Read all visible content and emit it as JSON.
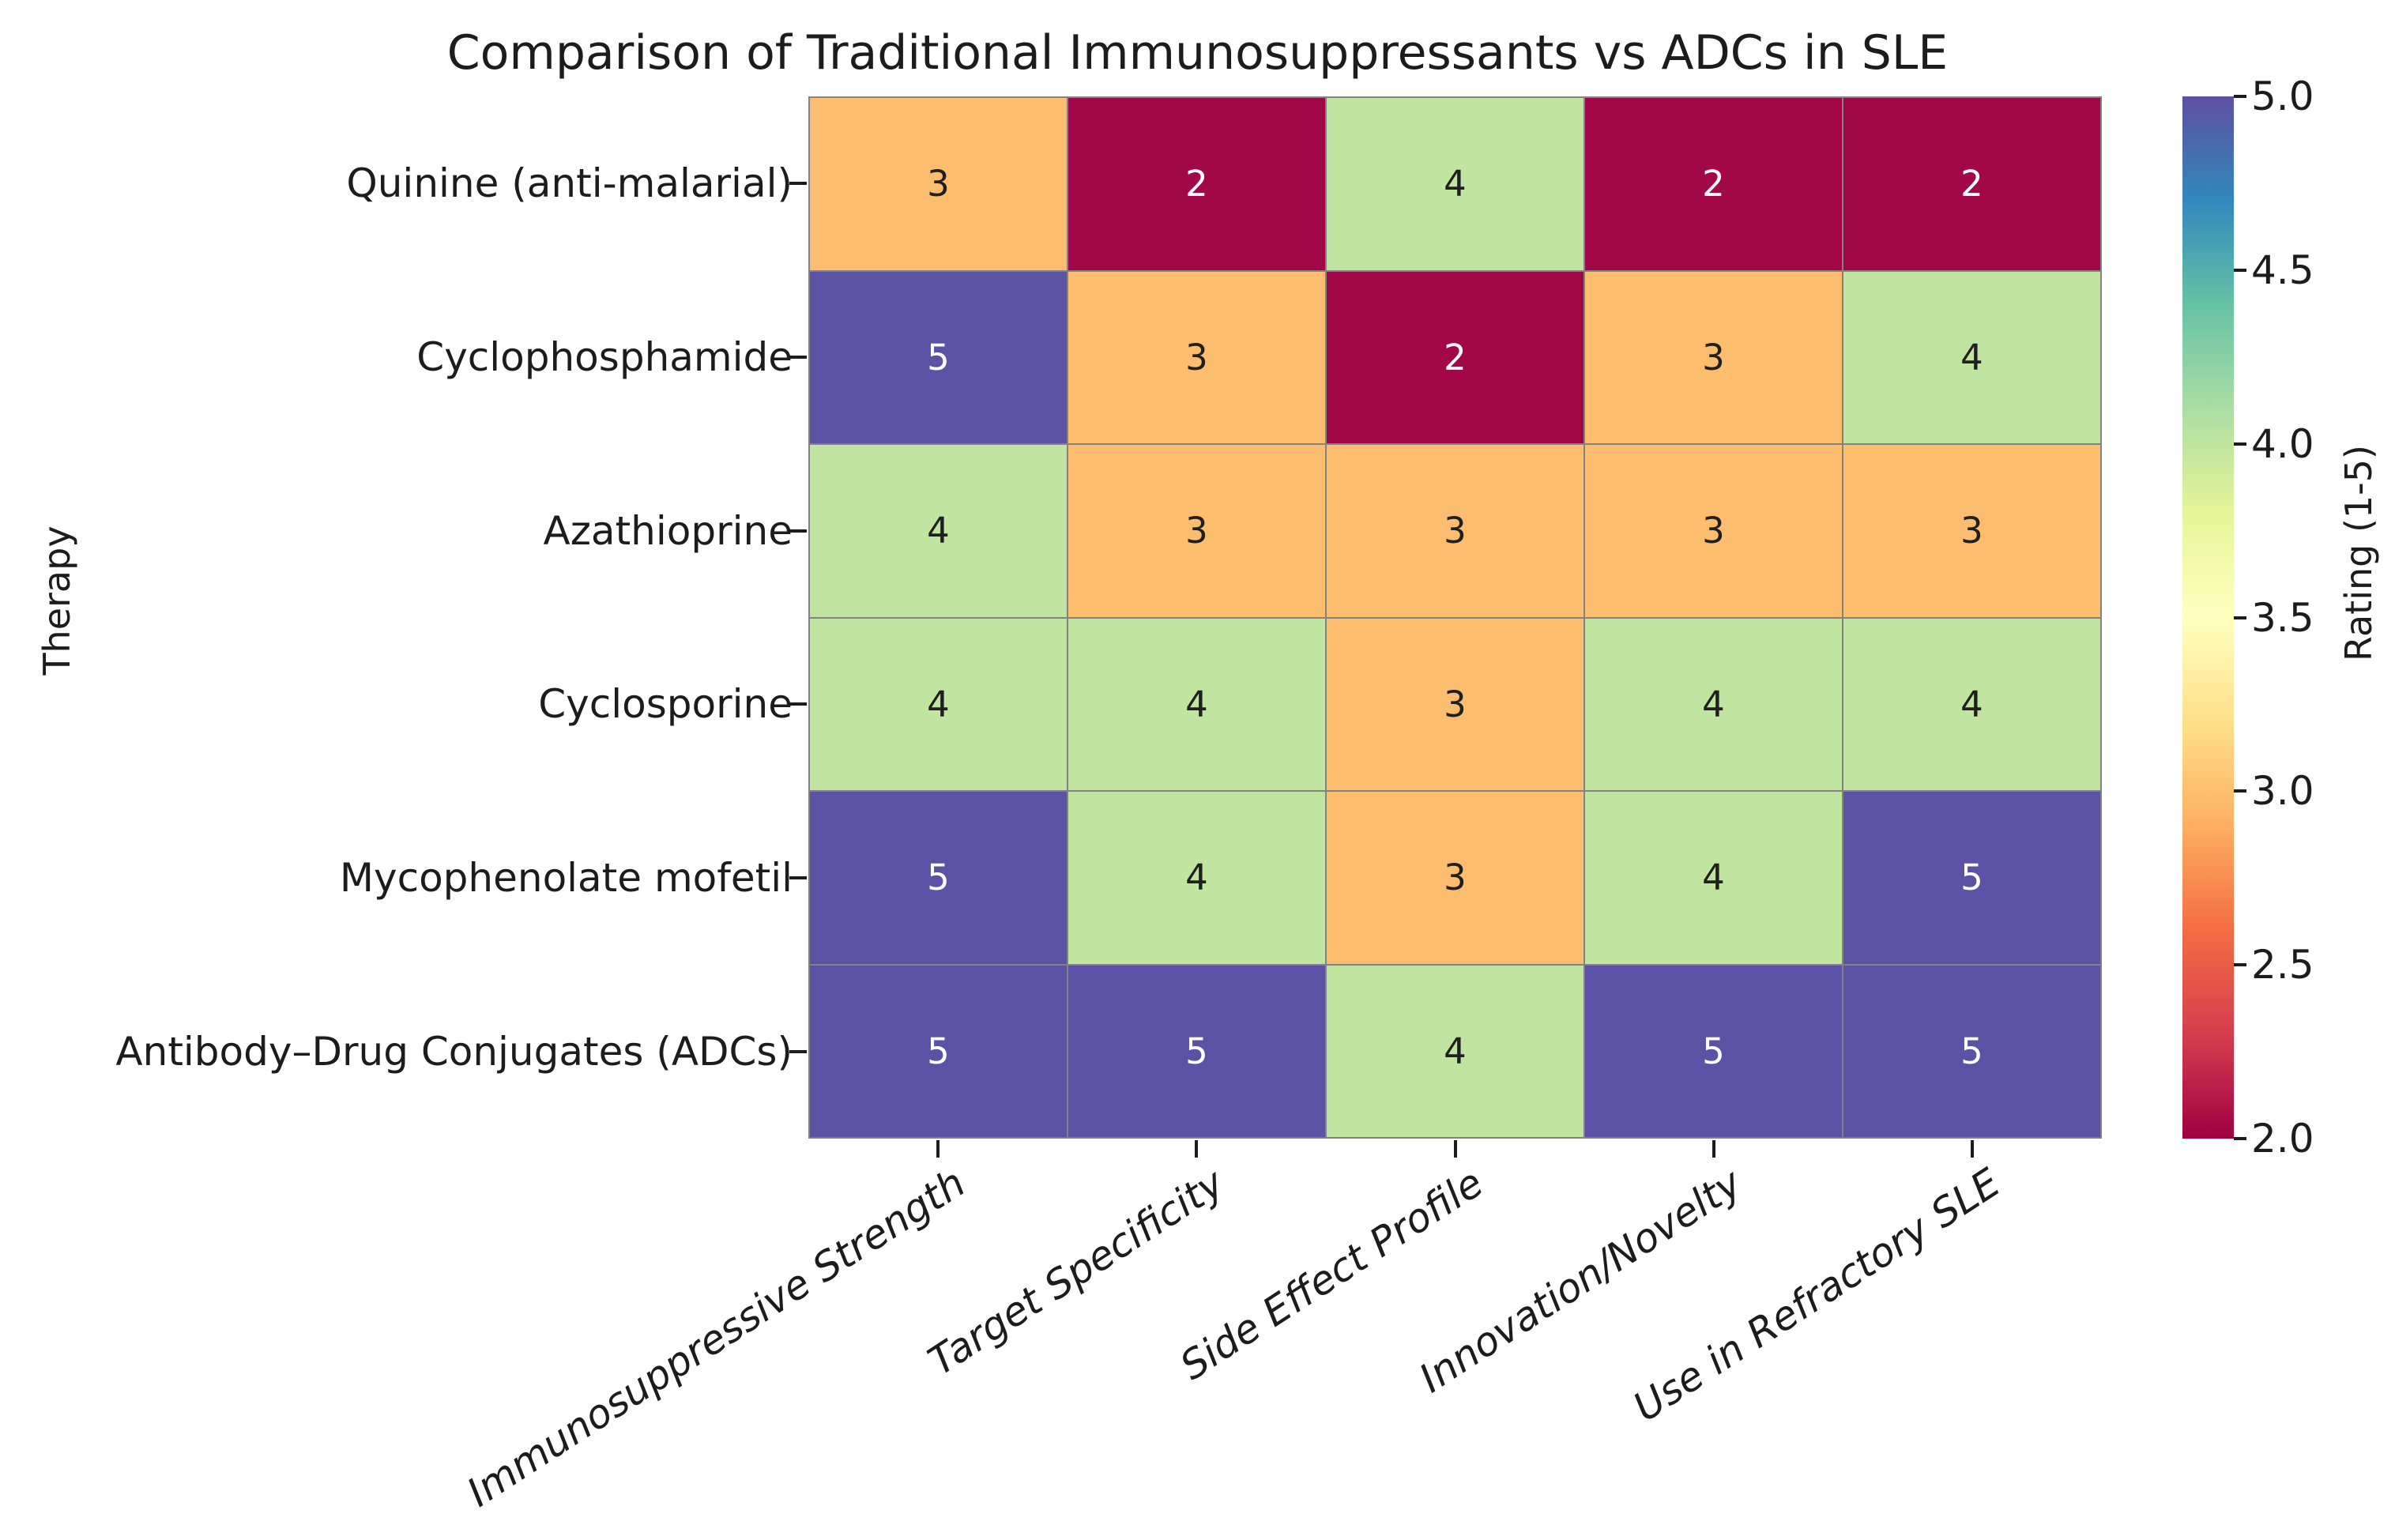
{
  "title": "Comparison of Traditional Immunosuppressants vs ADCs in SLE",
  "y_axis_label": "Therapy",
  "chart_data": {
    "type": "heatmap",
    "title": "Comparison of Traditional Immunosuppressants vs ADCs in SLE",
    "ylabel": "Therapy",
    "rows": [
      "Quinine (anti-malarial)",
      "Cyclophosphamide",
      "Azathioprine",
      "Cyclosporine",
      "Mycophenolate mofetil",
      "Antibody–Drug Conjugates (ADCs)"
    ],
    "columns": [
      "Immunosuppressive Strength",
      "Target Specificity",
      "Side Effect Profile",
      "Innovation/Novelty",
      "Use in Refractory SLE"
    ],
    "values": [
      [
        3,
        2,
        4,
        2,
        2
      ],
      [
        5,
        3,
        2,
        3,
        4
      ],
      [
        4,
        3,
        3,
        3,
        3
      ],
      [
        4,
        4,
        3,
        4,
        4
      ],
      [
        5,
        4,
        3,
        4,
        5
      ],
      [
        5,
        5,
        4,
        5,
        5
      ]
    ],
    "colormap": "Spectral",
    "vmin": 2,
    "vmax": 5,
    "grid_line_color": "#828282",
    "value_colors": {
      "2": "#a20747",
      "3": "#fcbe6e",
      "4": "#bfe5a0",
      "5": "#5c52a5"
    },
    "value_text_colors": {
      "2": "#ffffff",
      "3": "#1f1f1f",
      "4": "#1f1f1f",
      "5": "#ffffff"
    },
    "colorbar": {
      "label": "Rating (1-5)",
      "tick_labels": [
        "5.0",
        "4.5",
        "4.0",
        "3.5",
        "3.0",
        "2.5",
        "2.0"
      ]
    }
  }
}
